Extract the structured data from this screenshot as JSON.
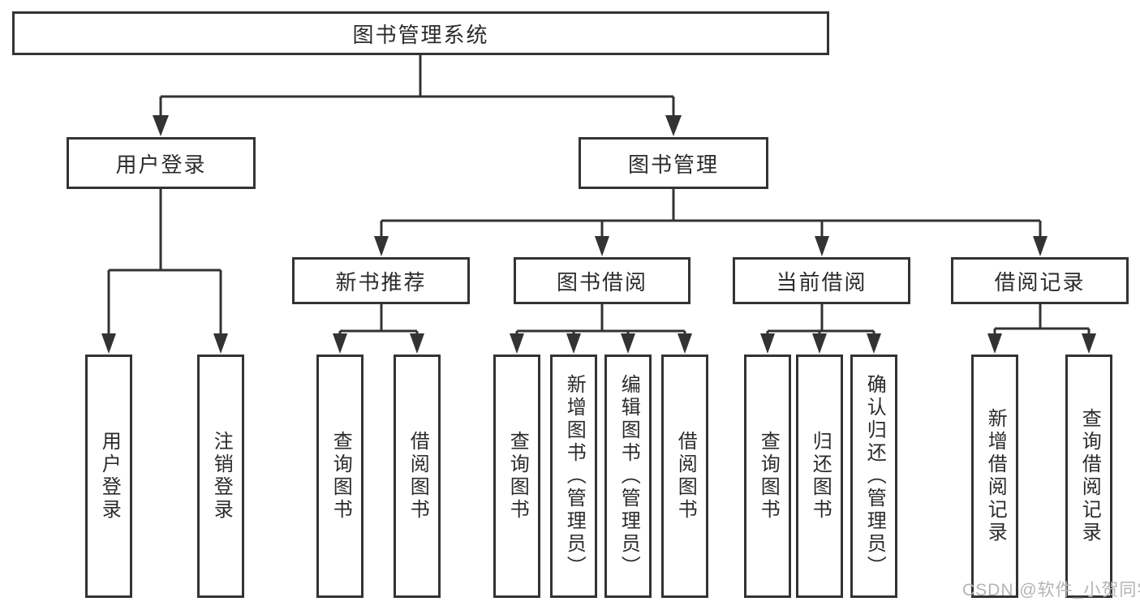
{
  "diagram": {
    "root": {
      "label": "图书管理系统"
    },
    "level2": [
      {
        "label": "用户登录"
      },
      {
        "label": "图书管理"
      }
    ],
    "level3": [
      {
        "label": "新书推荐",
        "parent": "图书管理"
      },
      {
        "label": "图书借阅",
        "parent": "图书管理"
      },
      {
        "label": "当前借阅",
        "parent": "图书管理"
      },
      {
        "label": "借阅记录",
        "parent": "图书管理"
      }
    ],
    "level4": [
      {
        "label": "用户登录",
        "parent": "用户登录"
      },
      {
        "label": "注销登录",
        "parent": "用户登录"
      },
      {
        "label": "查询图书",
        "parent": "新书推荐"
      },
      {
        "label": "借阅图书",
        "parent": "新书推荐"
      },
      {
        "label": "查询图书",
        "parent": "图书借阅"
      },
      {
        "label": "新增图书（管理员）",
        "parent": "图书借阅"
      },
      {
        "label": "编辑图书（管理员）",
        "parent": "图书借阅"
      },
      {
        "label": "借阅图书",
        "parent": "图书借阅"
      },
      {
        "label": "查询图书",
        "parent": "当前借阅"
      },
      {
        "label": "归还图书",
        "parent": "当前借阅"
      },
      {
        "label": "确认归还（管理员）",
        "parent": "当前借阅"
      },
      {
        "label": "新增借阅记录",
        "parent": "借阅记录"
      },
      {
        "label": "查询借阅记录",
        "parent": "借阅记录"
      }
    ],
    "watermark": "CSDN @软件_小贺同学",
    "colors": {
      "line": "#333333",
      "border": "#333333",
      "text": "#2b2b2b",
      "watermark": "#b4b4b4",
      "background": "#ffffff"
    }
  }
}
